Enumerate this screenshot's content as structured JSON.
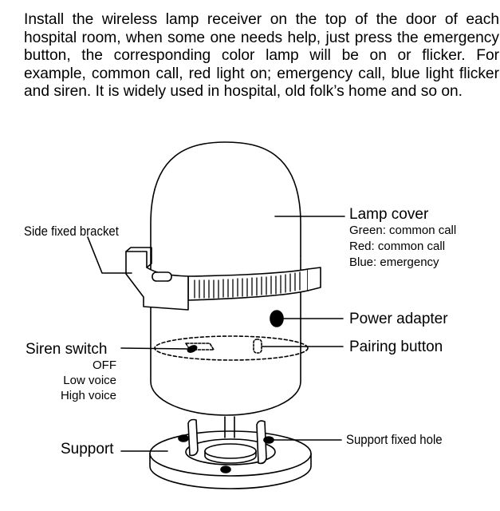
{
  "description_text": "Install the wireless lamp receiver on the top of the door of each hospital room, when some one needs help, just press the emergency button, the corresponding color lamp will be on or flicker. For example, common call, red light on; emergency call, blue light flicker and siren. It is widely used in hospital, old folk’s home and so on.",
  "labels": {
    "side_fixed_bracket": "Side fixed bracket",
    "lamp_cover": "Lamp cover",
    "lamp_cover_notes": [
      "Green: common call",
      "Red: common call",
      "Blue: emergency"
    ],
    "power_adapter": "Power adapter",
    "siren_switch": "Siren switch",
    "siren_switch_options": [
      "OFF",
      "Low voice",
      "High voice"
    ],
    "pairing_button": "Pairing button",
    "support": "Support",
    "support_fixed_hole": "Support fixed hole"
  }
}
